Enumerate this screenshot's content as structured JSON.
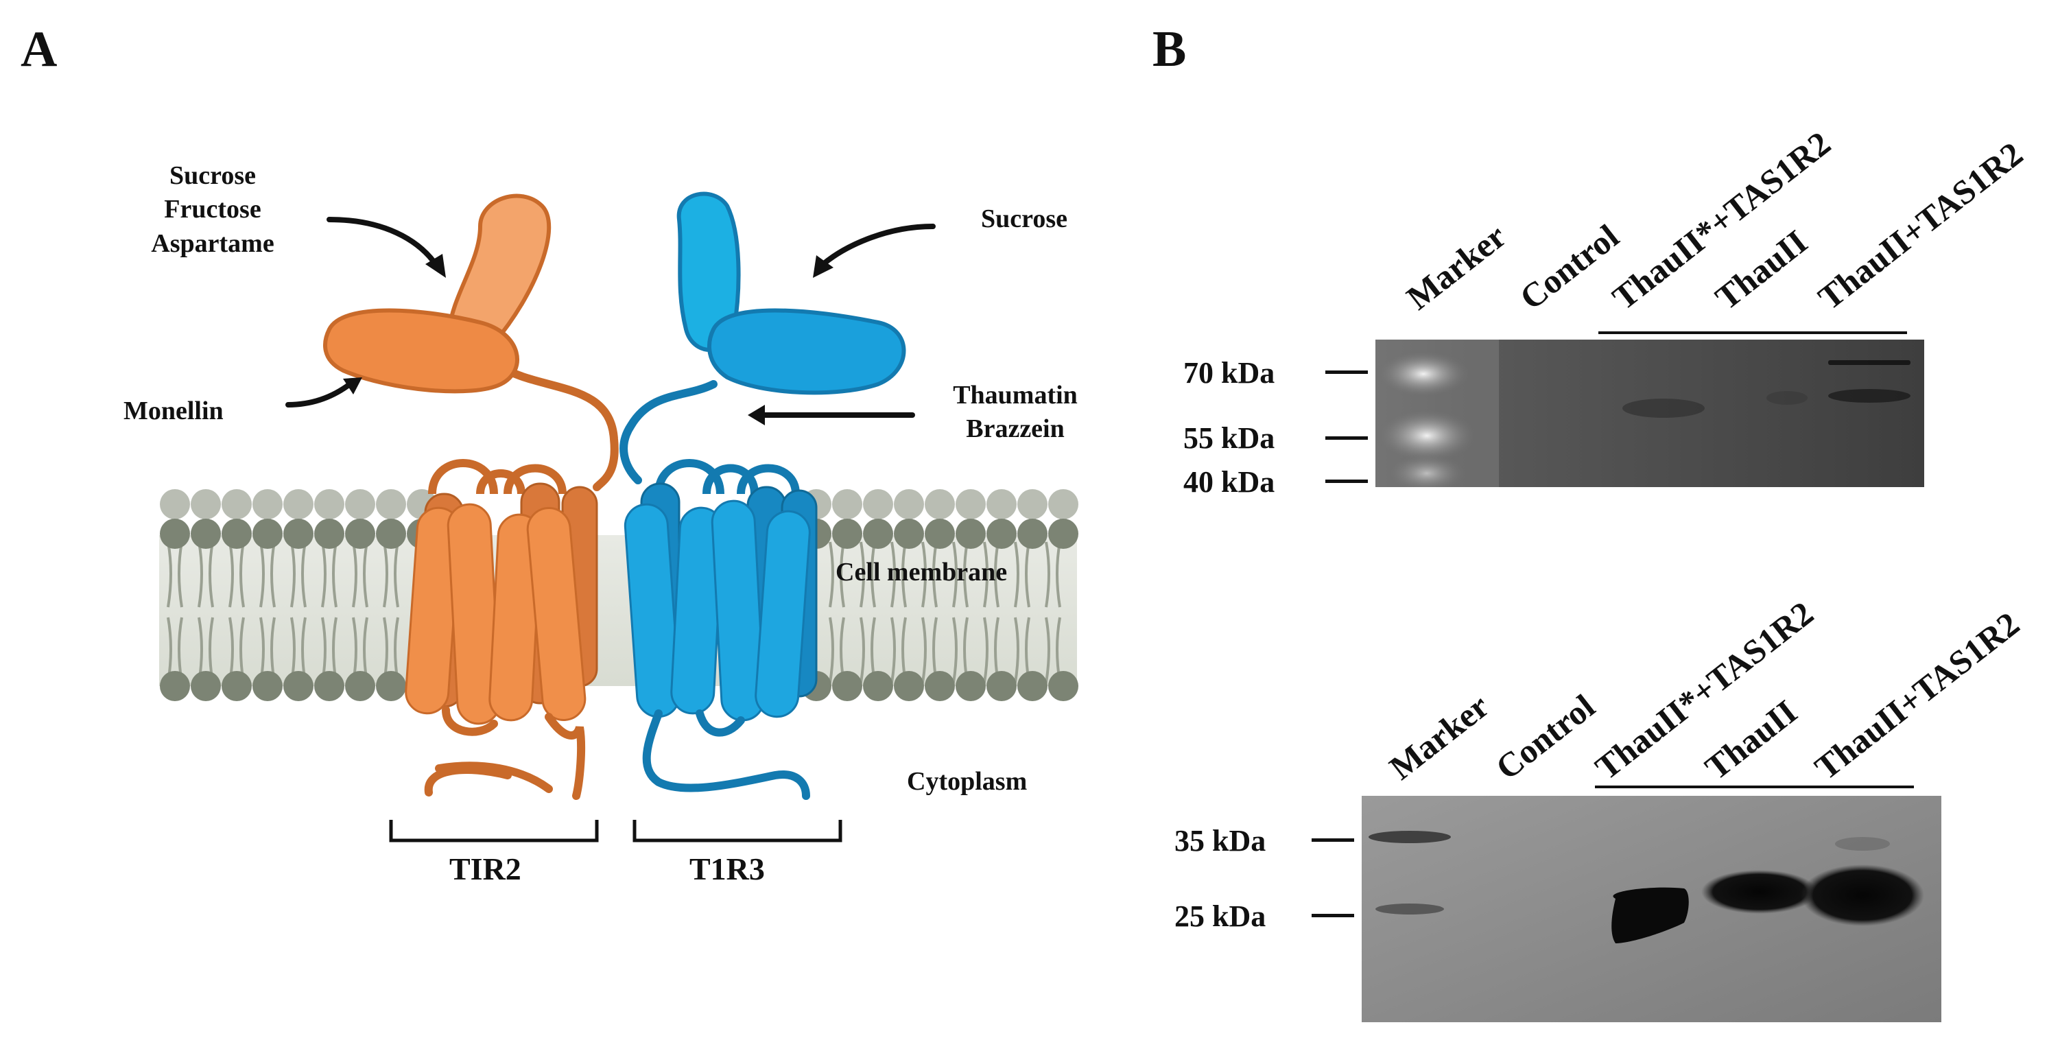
{
  "panel_a": {
    "label": "A",
    "ligands_t1r2": [
      "Sucrose",
      "Fructose",
      "Aspartame"
    ],
    "ligand_monellin": "Monellin",
    "ligand_t1r3": "Sucrose",
    "ligands_tmd": [
      "Thaumatin",
      "Brazzein"
    ],
    "region_membrane": "Cell membrane",
    "region_cytoplasm": "Cytoplasm",
    "receptor_left": "TIR2",
    "receptor_right": "T1R3",
    "colors": {
      "t1r2": "#E8853F",
      "t1r3": "#1A9AD4",
      "lipid": "#7C8474"
    }
  },
  "panel_b": {
    "label": "B",
    "top_blot": {
      "lanes": [
        "Marker",
        "Control",
        "ThauII*+TAS1R2",
        "ThauII",
        "ThauII+TAS1R2"
      ],
      "markers": [
        "70 kDa",
        "55 kDa",
        "40 kDa"
      ]
    },
    "bottom_blot": {
      "lanes": [
        "Marker",
        "Control",
        "ThauII*+TAS1R2",
        "ThauII",
        "ThauII+TAS1R2"
      ],
      "markers": [
        "35 kDa",
        "25 kDa"
      ]
    }
  }
}
